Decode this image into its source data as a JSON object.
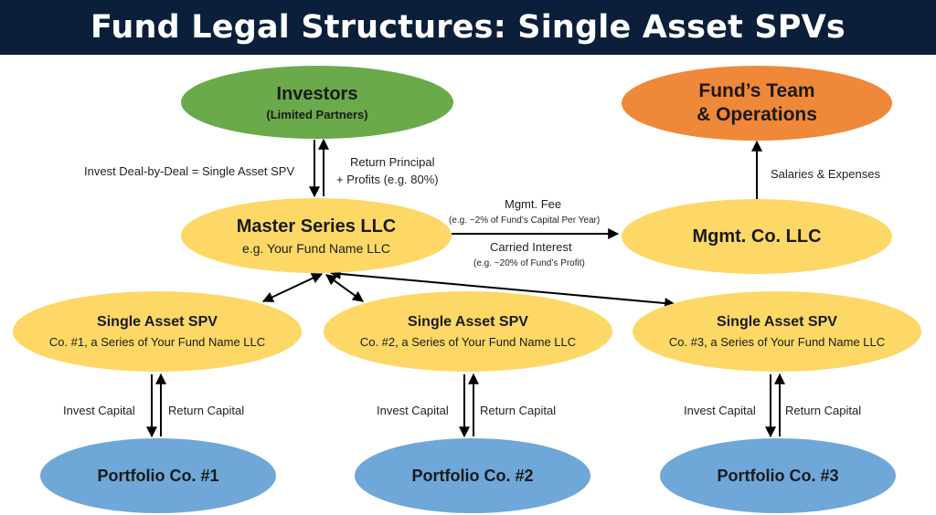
{
  "title": "Fund Legal Structures: Single Asset SPVs",
  "colors": {
    "header": "#0b1f3a",
    "green": "#6aaa4a",
    "orange": "#f0883a",
    "yellow": "#fdd866",
    "blue": "#6fa7d8"
  },
  "nodes": {
    "investors": {
      "title": "Investors",
      "subtitle": "(Limited Partners)"
    },
    "team": {
      "title_line1": "Fund’s Team",
      "title_line2": "& Operations"
    },
    "master": {
      "title": "Master Series LLC",
      "subtitle": "e.g. Your Fund Name LLC"
    },
    "mgmt": {
      "title": "Mgmt. Co. LLC"
    },
    "spv1": {
      "title": "Single Asset SPV",
      "subtitle": "Co. #1, a Series of Your Fund Name LLC"
    },
    "spv2": {
      "title": "Single Asset SPV",
      "subtitle": "Co. #2, a Series of Your Fund Name LLC"
    },
    "spv3": {
      "title": "Single Asset SPV",
      "subtitle": "Co. #3, a Series of Your Fund Name LLC"
    },
    "pc1": {
      "title": "Portfolio Co. #1"
    },
    "pc2": {
      "title": "Portfolio Co. #2"
    },
    "pc3": {
      "title": "Portfolio Co. #3"
    }
  },
  "labels": {
    "invest_deal": "Invest Deal-by-Deal = Single Asset SPV",
    "return_line1": "Return Principal",
    "return_line2": "+ Profits (e.g. 80%)",
    "salaries": "Salaries & Expenses",
    "mgmt_fee": "Mgmt. Fee",
    "mgmt_fee_note": "(e.g. ~2% of Fund’s Capital Per Year)",
    "carried": "Carried Interest",
    "carried_note": "(e.g. ~20% of Fund’s Profit)",
    "invest_capital": "Invest Capital",
    "return_capital": "Return Capital"
  }
}
